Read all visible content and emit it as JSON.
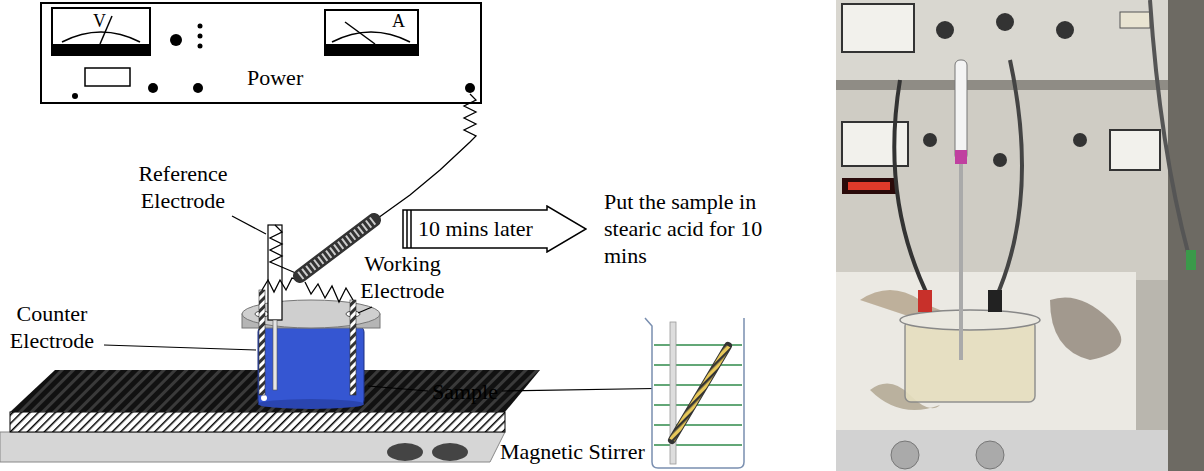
{
  "diagram": {
    "nodes": [
      {
        "text": [
          "Power"
        ]
      },
      {
        "text": [
          "10 mins later"
        ]
      }
    ],
    "labels": [
      "V",
      "A",
      "Reference Electrode",
      "Working Electrode",
      "Counter Electrode",
      "Sample",
      "Magnetic Stirrer",
      "Put the sample in stearic acid for 10 mins"
    ]
  }
}
